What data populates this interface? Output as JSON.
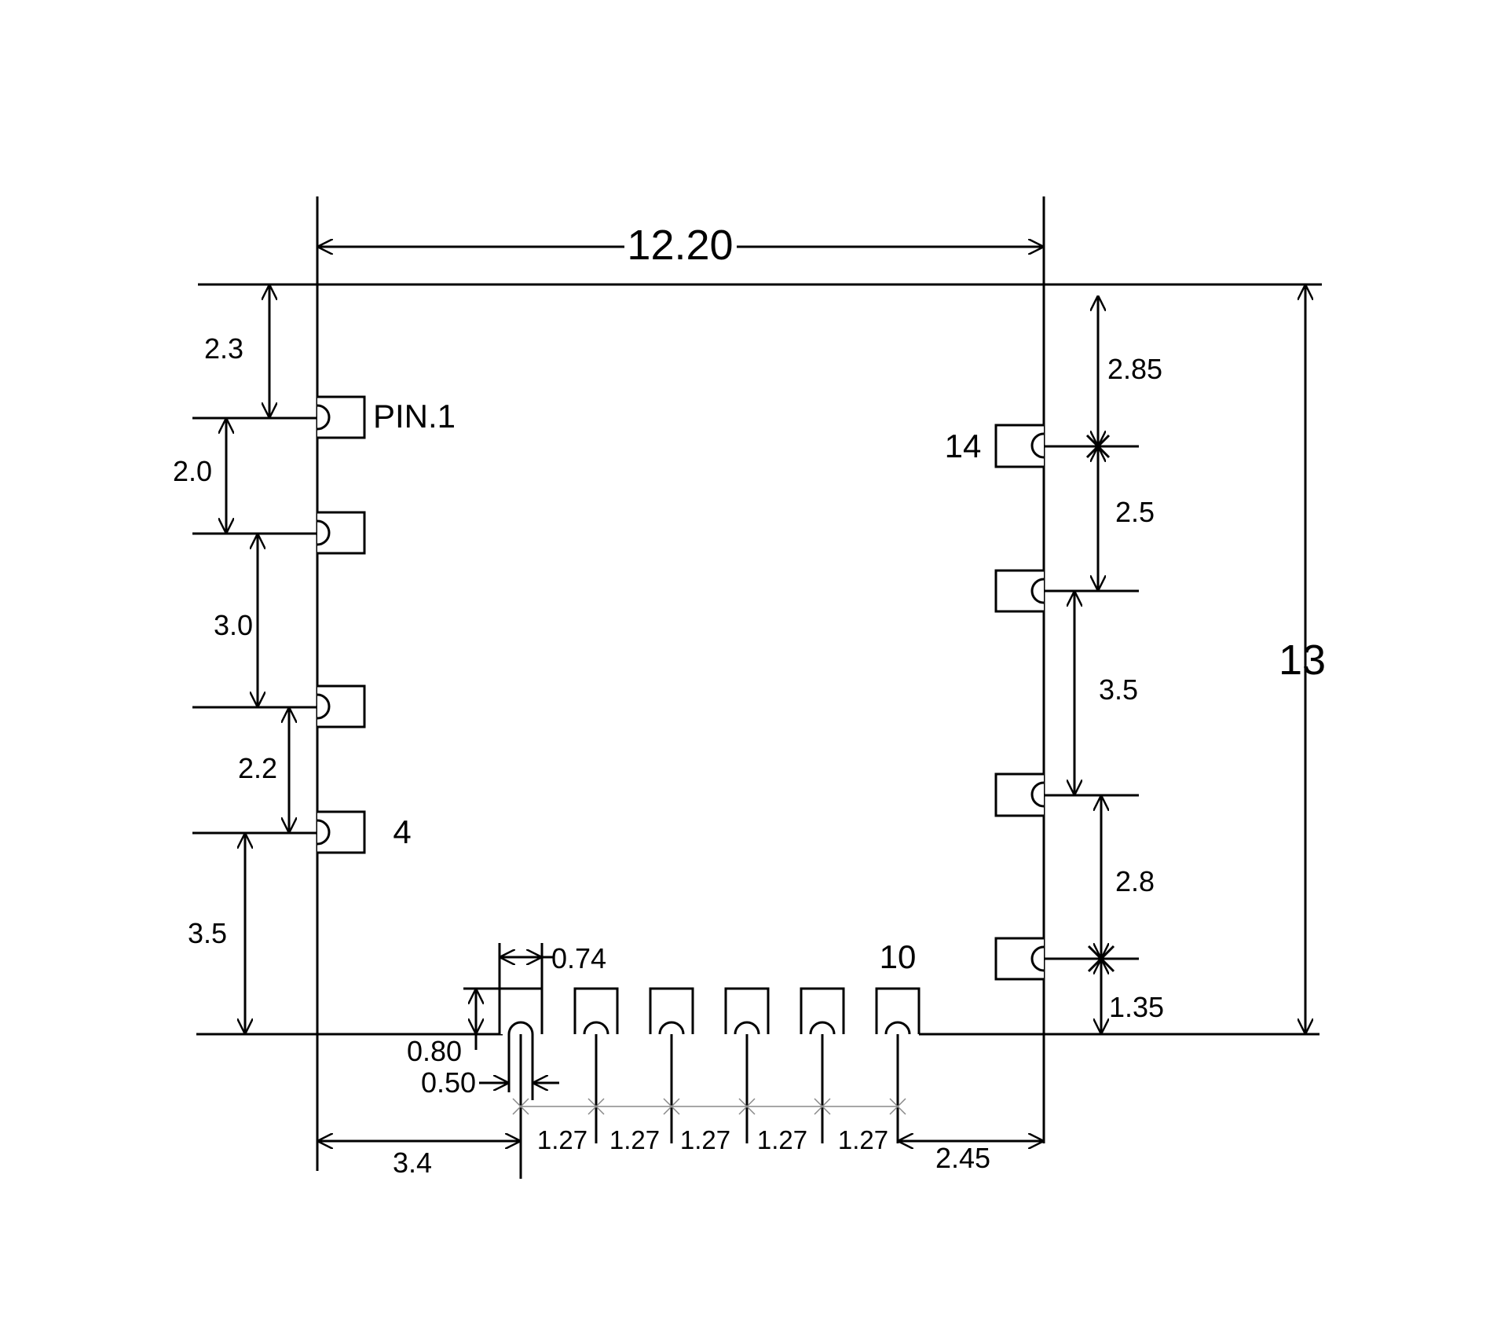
{
  "colors": {
    "ink": "#000000",
    "pitch_lines": "#888888",
    "background": "#ffffff"
  },
  "labels": {
    "pin1": "PIN.1",
    "pin4": "4",
    "pin10": "10",
    "pin14": "14"
  },
  "dimensions": {
    "overall_width": "12.20",
    "overall_height": "13",
    "left_top_to_pin1": "2.3",
    "left_pin1_to_pin2": "2.0",
    "left_pin2_to_pin3": "3.0",
    "left_pin3_to_pin4": "2.2",
    "left_pin4_to_bottom": "3.5",
    "right_top_to_pin14": "2.85",
    "right_pin14_to_pin13": "2.5",
    "right_pin13_to_pin12": "3.5",
    "right_pin12_to_pin11": "2.8",
    "right_pin11_to_bottom": "1.35",
    "pad_width": "0.74",
    "pad_height": "0.80",
    "pad_hole": "0.50",
    "left_edge_to_pin5": "3.4",
    "bottom_pitch": [
      "1.27",
      "1.27",
      "1.27",
      "1.27",
      "1.27"
    ],
    "pin10_to_right_edge": "2.45"
  }
}
